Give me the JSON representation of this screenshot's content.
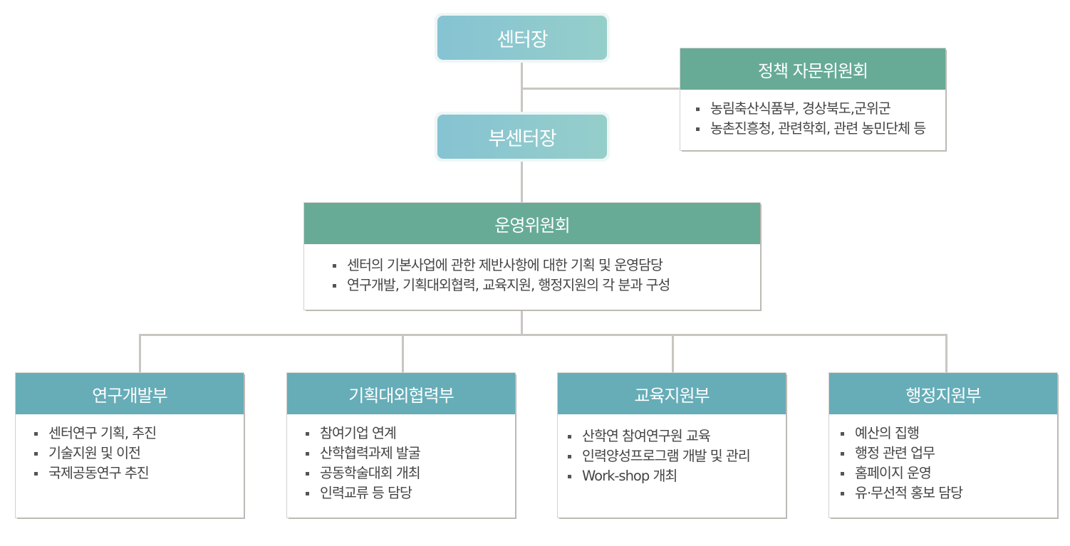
{
  "director": "센터장",
  "vice_director": "부센터장",
  "advisory": {
    "title": "정책 자문위원회",
    "items": [
      "농림축산식품부, 경상북도,군위군",
      "농촌진흥청, 관련학회, 관련 농민단체 등"
    ]
  },
  "committee": {
    "title": "운영위원회",
    "items": [
      "센터의 기본사업에 관한 제반사항에 대한 기획 및 운영담당",
      "연구개발, 기획대외협력, 교육지원, 행정지원의 각 분과 구성"
    ]
  },
  "departments": [
    {
      "title": "연구개발부",
      "items": [
        "센터연구 기획, 추진",
        "기술지원 및 이전",
        "국제공동연구 추진"
      ]
    },
    {
      "title": "기획대외협력부",
      "items": [
        "참여기업 연계",
        "산학협력과제 발굴",
        "공동학술대회 개최",
        "인력교류 등 담당"
      ]
    },
    {
      "title": "교육지원부",
      "items": [
        "산학연 참여연구원 교육",
        "인력양성프로그램 개발 및 관리",
        "Work-shop 개최"
      ]
    },
    {
      "title": "행정지원부",
      "items": [
        "예산의 집행",
        "행정 관련 업무",
        "홈페이지 운영",
        "유·무선적 홍보 담당"
      ]
    }
  ]
}
